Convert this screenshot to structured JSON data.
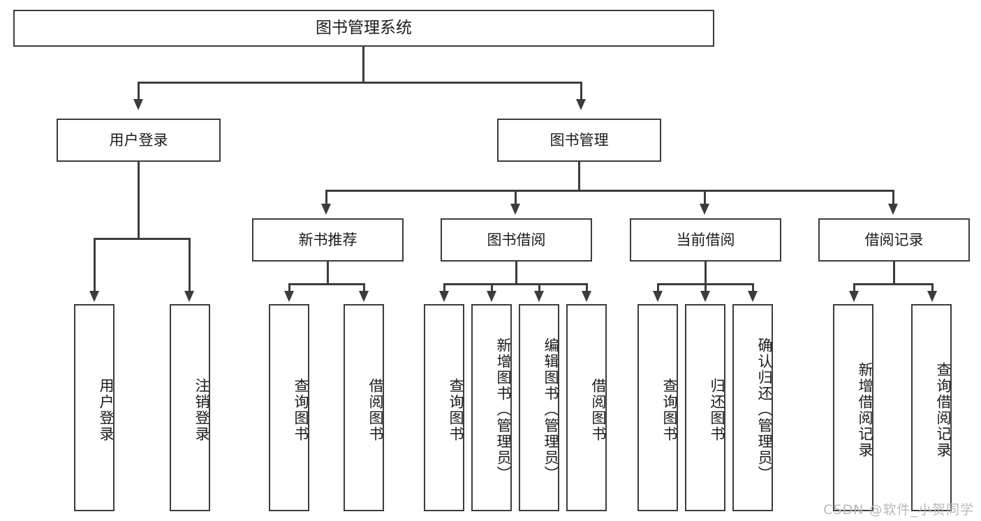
{
  "diagram": {
    "title": "图书管理系统",
    "type": "tree",
    "watermark": "CSDN @软件_小贺同学",
    "colors": {
      "box_border": "#3c3c3c",
      "box_fill": "#ffffff",
      "connector": "#3c3c3c",
      "text": "#1b1b1b",
      "watermark": "#b9b9b9",
      "background": "#ffffff"
    },
    "root": {
      "label": "图书管理系统"
    },
    "level1": [
      {
        "label": "用户登录"
      },
      {
        "label": "图书管理"
      }
    ],
    "level2": [
      {
        "label": "新书推荐"
      },
      {
        "label": "图书借阅"
      },
      {
        "label": "当前借阅"
      },
      {
        "label": "借阅记录"
      }
    ],
    "leaves": {
      "user_login": [
        {
          "label": "用户登录"
        },
        {
          "label": "注销登录"
        }
      ],
      "new_book_recommend": [
        {
          "label": "查询图书"
        },
        {
          "label": "借阅图书"
        }
      ],
      "book_borrow": [
        {
          "label": "查询图书"
        },
        {
          "label": "新增图书（管理员）"
        },
        {
          "label": "编辑图书（管理员）"
        },
        {
          "label": "借阅图书"
        }
      ],
      "current_borrow": [
        {
          "label": "查询图书"
        },
        {
          "label": "归还图书"
        },
        {
          "label": "确认归还（管理员）"
        }
      ],
      "borrow_record": [
        {
          "label": "新增借阅记录"
        },
        {
          "label": "查询借阅记录"
        }
      ]
    }
  }
}
